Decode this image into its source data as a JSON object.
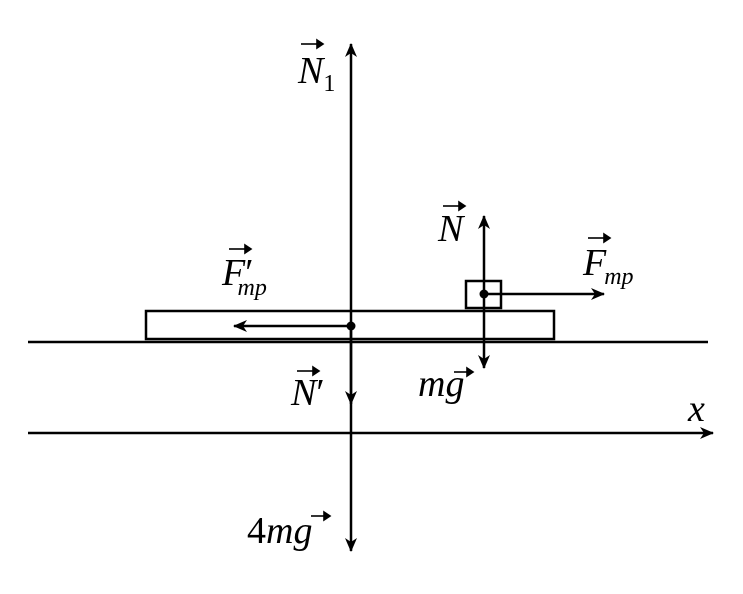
{
  "labels": {
    "n1": {
      "base": "N",
      "sub": "1"
    },
    "n": {
      "base": "N"
    },
    "f_mp": {
      "base": "F",
      "sub": "mp"
    },
    "f_mp_prime": {
      "base": "F",
      "prime": "′",
      "sub": "mp"
    },
    "n_prime": {
      "base": "N",
      "prime": "′"
    },
    "mg": {
      "coef": "",
      "m": "m",
      "g": "g"
    },
    "four_mg": {
      "coef": "4",
      "m": "m",
      "g": "g"
    },
    "x_axis": "x"
  },
  "colors": {
    "stroke": "#000000",
    "background": "#ffffff"
  }
}
